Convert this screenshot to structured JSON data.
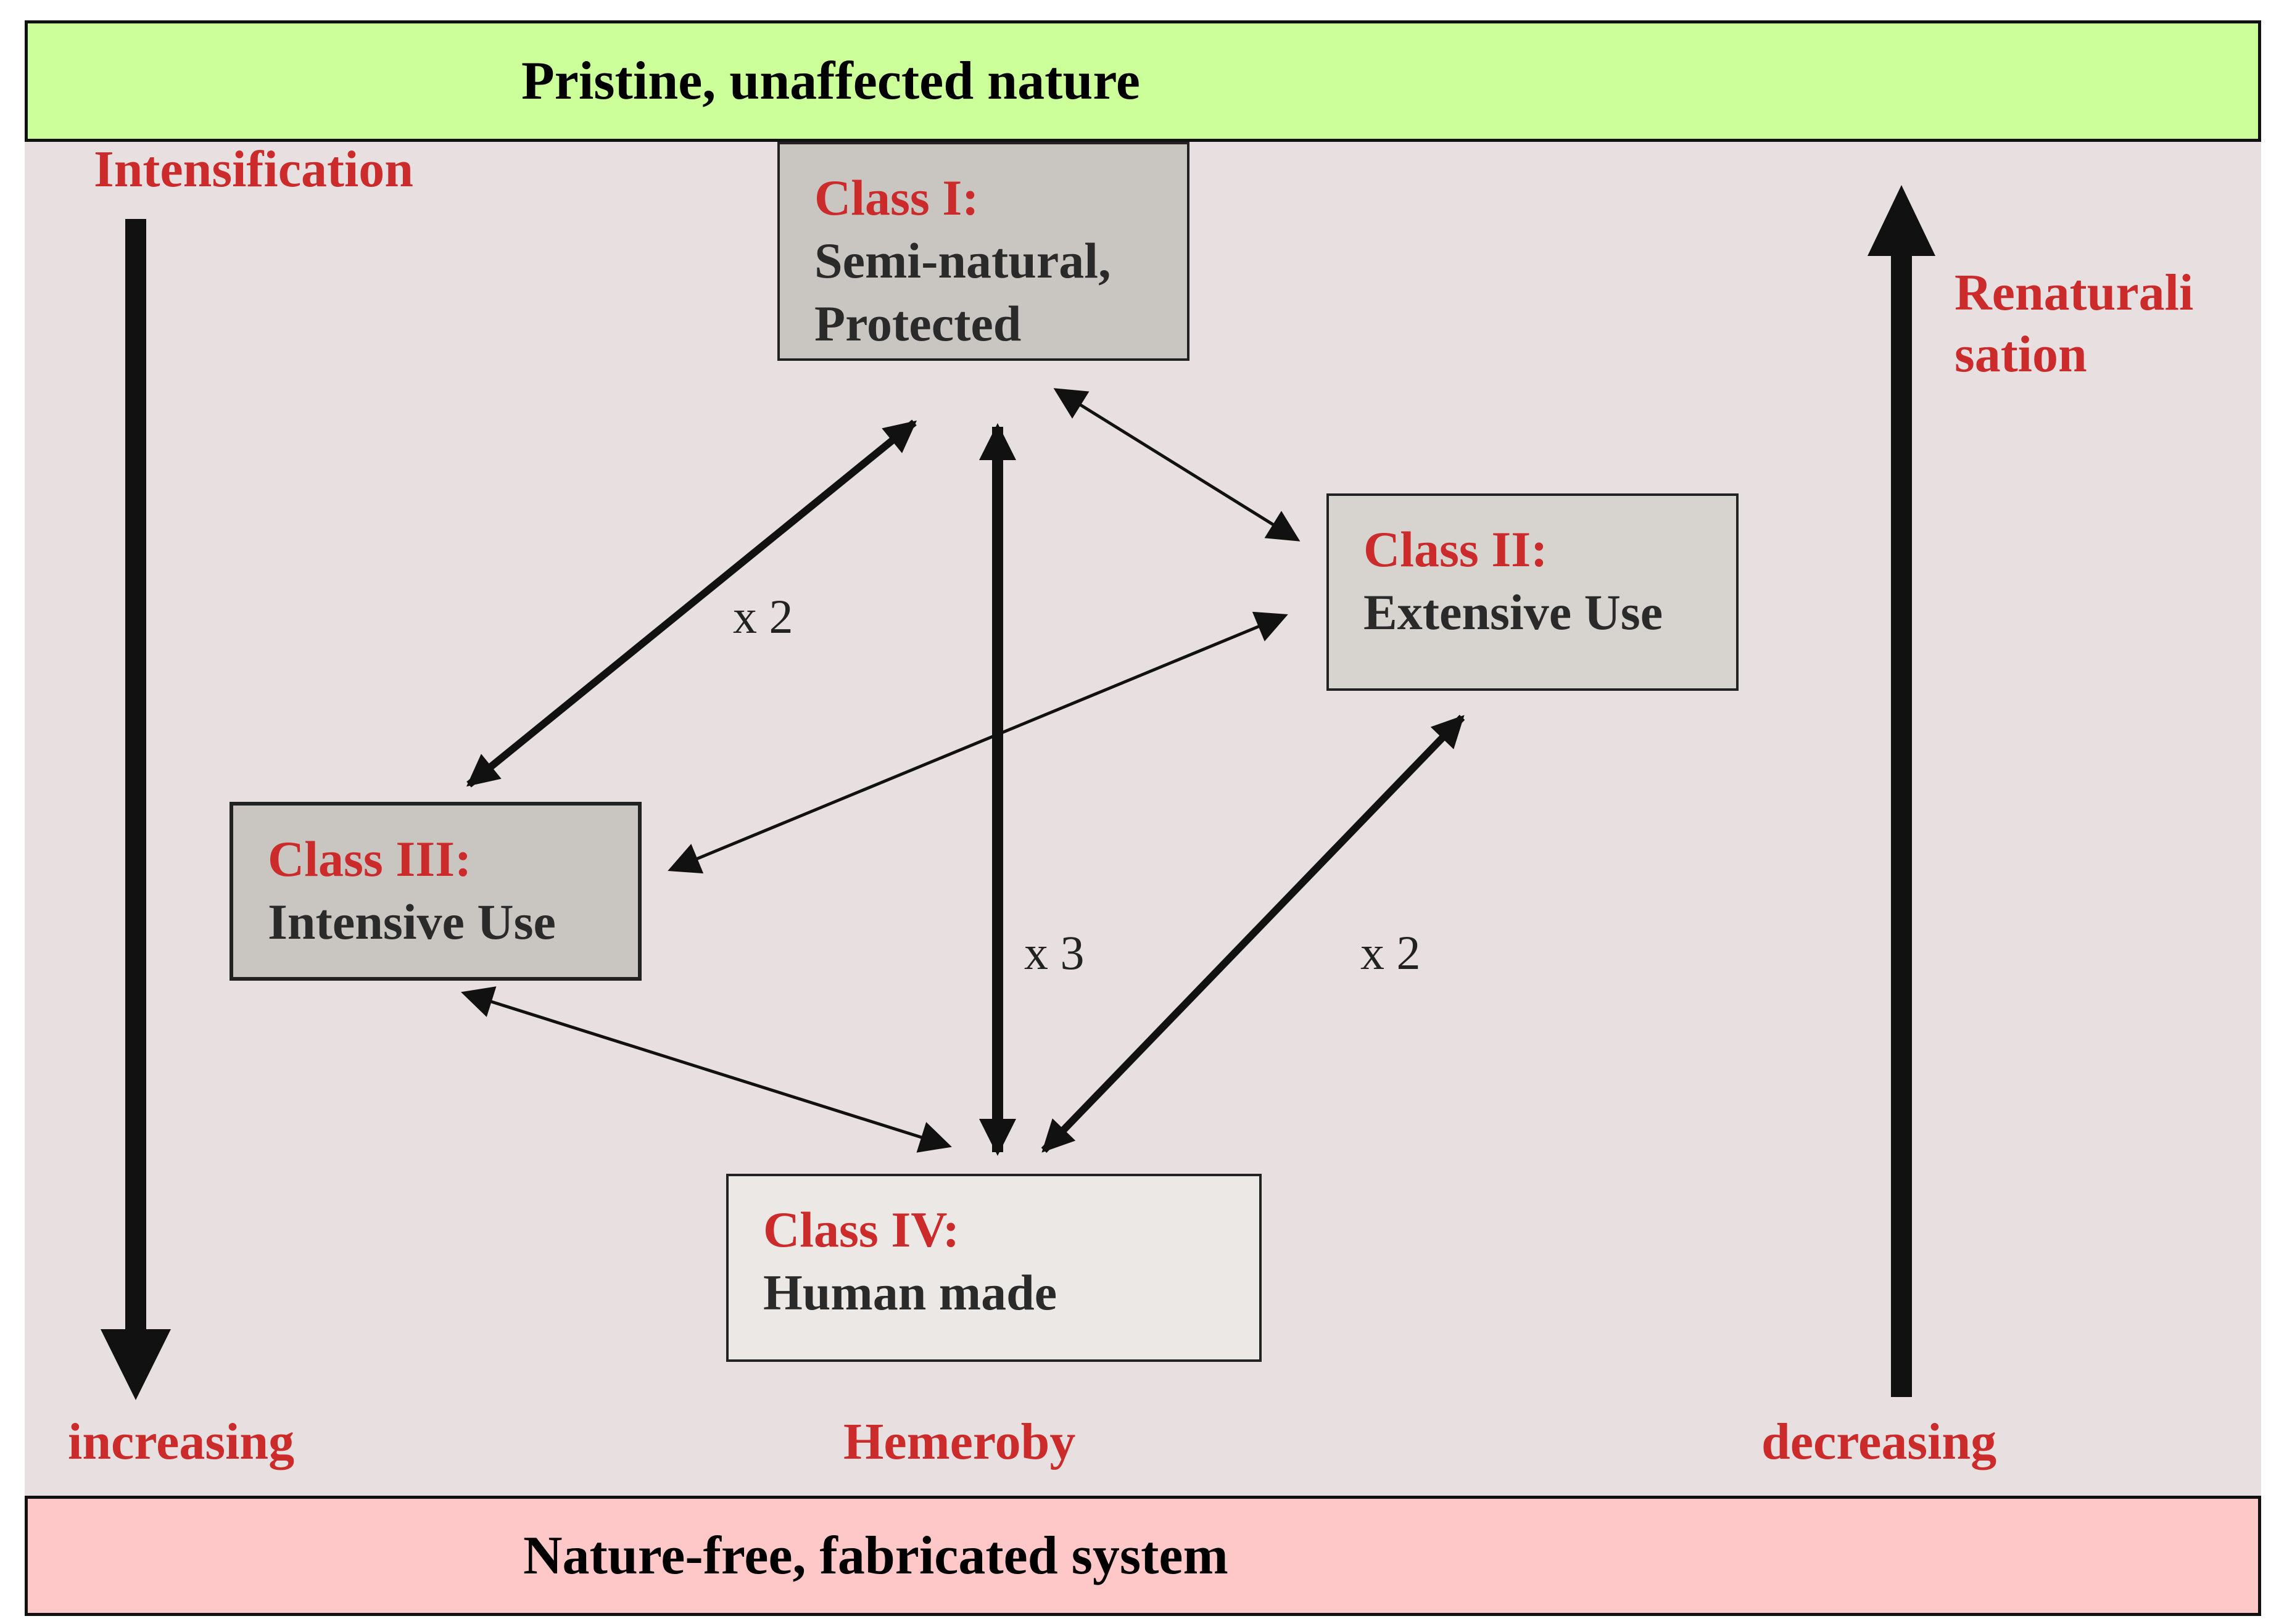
{
  "top_band": {
    "label": "Pristine, unaffected nature"
  },
  "bottom_band": {
    "label": "Nature-free, fabricated system"
  },
  "classes": [
    {
      "title": "Class I:",
      "desc": "Semi-natural,\nProtected"
    },
    {
      "title": "Class II:",
      "desc": "Extensive Use"
    },
    {
      "title": "Class III:",
      "desc": "Intensive Use"
    },
    {
      "title": "Class IV:",
      "desc": "Human made"
    }
  ],
  "side_labels": {
    "intensification": "Intensification",
    "renaturalisation": "Renaturali\nsation",
    "increasing": "increasing",
    "hemeroby": "Hemeroby",
    "decreasing": "decreasing"
  },
  "multipliers": [
    "x 2",
    "x 3",
    "x 2"
  ],
  "colors": {
    "top_band": "#ccff99",
    "bottom_band": "#ffc8c8",
    "panel": "#e8e0e0",
    "accent_text": "#cc2b2b",
    "box_fill": "#c9c6c2"
  }
}
